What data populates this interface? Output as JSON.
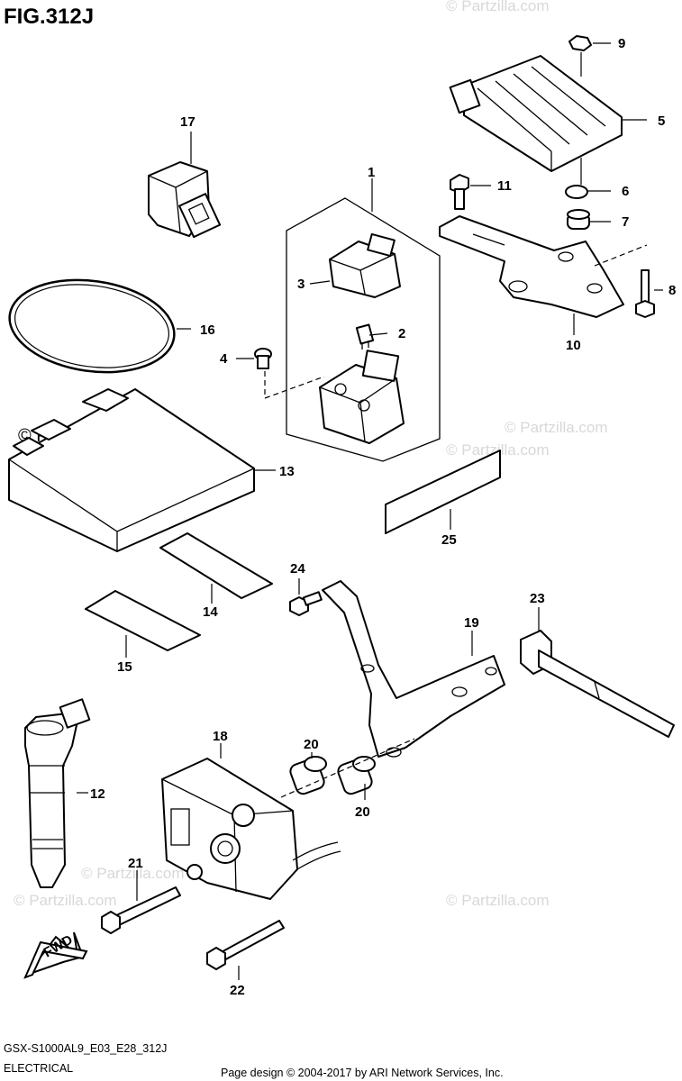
{
  "figure": {
    "title": "FIG.312J"
  },
  "footer": {
    "model_code": "GSX-S1000AL9_E03_E28_312J",
    "section": "ELECTRICAL",
    "copyright": "Page design © 2004-2017 by ARI Network Services, Inc."
  },
  "watermark": {
    "text": "© Partzilla.com"
  },
  "direction": {
    "label": "FWD"
  },
  "callouts": [
    "1",
    "2",
    "3",
    "4",
    "5",
    "6",
    "7",
    "8",
    "9",
    "10",
    "11",
    "12",
    "13",
    "14",
    "15",
    "16",
    "17",
    "18",
    "19",
    "20",
    "20",
    "21",
    "22",
    "23",
    "24",
    "25"
  ]
}
